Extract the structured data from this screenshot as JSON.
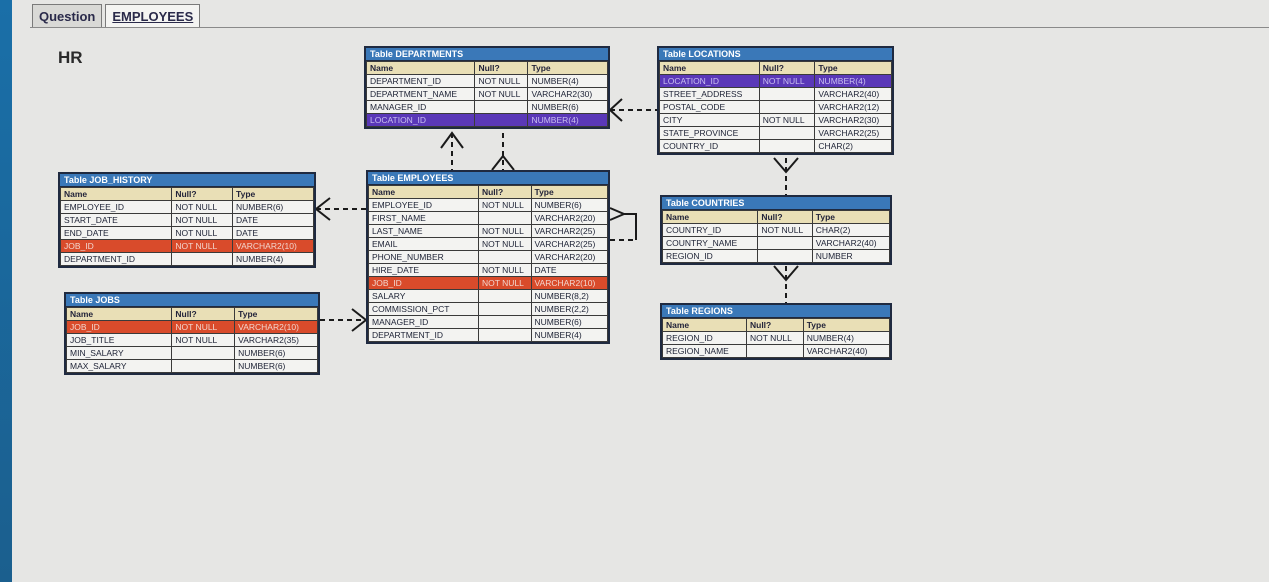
{
  "tabs": [
    {
      "label": "Question"
    },
    {
      "label": "EMPLOYEES"
    }
  ],
  "schema": {
    "title": "HR"
  },
  "headers": {
    "name": "Name",
    "null": "Null?",
    "type": "Type"
  },
  "tables": {
    "departments": {
      "caption": "Table DEPARTMENTS",
      "rows": [
        [
          "DEPARTMENT_ID",
          "NOT NULL",
          "NUMBER(4)"
        ],
        [
          "DEPARTMENT_NAME",
          "NOT NULL",
          "VARCHAR2(30)"
        ],
        [
          "MANAGER_ID",
          "",
          "NUMBER(6)"
        ],
        [
          "LOCATION_ID",
          "",
          "NUMBER(4)"
        ]
      ]
    },
    "locations": {
      "caption": "Table LOCATIONS",
      "rows": [
        [
          "LOCATION_ID",
          "NOT NULL",
          "NUMBER(4)"
        ],
        [
          "STREET_ADDRESS",
          "",
          "VARCHAR2(40)"
        ],
        [
          "POSTAL_CODE",
          "",
          "VARCHAR2(12)"
        ],
        [
          "CITY",
          "NOT NULL",
          "VARCHAR2(30)"
        ],
        [
          "STATE_PROVINCE",
          "",
          "VARCHAR2(25)"
        ],
        [
          "COUNTRY_ID",
          "",
          "CHAR(2)"
        ]
      ]
    },
    "job_history": {
      "caption": "Table JOB_HISTORY",
      "rows": [
        [
          "EMPLOYEE_ID",
          "NOT NULL",
          "NUMBER(6)"
        ],
        [
          "START_DATE",
          "NOT NULL",
          "DATE"
        ],
        [
          "END_DATE",
          "NOT NULL",
          "DATE"
        ],
        [
          "JOB_ID",
          "NOT NULL",
          "VARCHAR2(10)"
        ],
        [
          "DEPARTMENT_ID",
          "",
          "NUMBER(4)"
        ]
      ]
    },
    "employees": {
      "caption": "Table EMPLOYEES",
      "rows": [
        [
          "EMPLOYEE_ID",
          "NOT NULL",
          "NUMBER(6)"
        ],
        [
          "FIRST_NAME",
          "",
          "VARCHAR2(20)"
        ],
        [
          "LAST_NAME",
          "NOT NULL",
          "VARCHAR2(25)"
        ],
        [
          "EMAIL",
          "NOT NULL",
          "VARCHAR2(25)"
        ],
        [
          "PHONE_NUMBER",
          "",
          "VARCHAR2(20)"
        ],
        [
          "HIRE_DATE",
          "NOT NULL",
          "DATE"
        ],
        [
          "JOB_ID",
          "NOT NULL",
          "VARCHAR2(10)"
        ],
        [
          "SALARY",
          "",
          "NUMBER(8,2)"
        ],
        [
          "COMMISSION_PCT",
          "",
          "NUMBER(2,2)"
        ],
        [
          "MANAGER_ID",
          "",
          "NUMBER(6)"
        ],
        [
          "DEPARTMENT_ID",
          "",
          "NUMBER(4)"
        ]
      ]
    },
    "countries": {
      "caption": "Table COUNTRIES",
      "rows": [
        [
          "COUNTRY_ID",
          "NOT NULL",
          "CHAR(2)"
        ],
        [
          "COUNTRY_NAME",
          "",
          "VARCHAR2(40)"
        ],
        [
          "REGION_ID",
          "",
          "NUMBER"
        ]
      ]
    },
    "jobs": {
      "caption": "Table JOBS",
      "rows": [
        [
          "JOB_ID",
          "NOT NULL",
          "VARCHAR2(10)"
        ],
        [
          "JOB_TITLE",
          "NOT NULL",
          "VARCHAR2(35)"
        ],
        [
          "MIN_SALARY",
          "",
          "NUMBER(6)"
        ],
        [
          "MAX_SALARY",
          "",
          "NUMBER(6)"
        ]
      ]
    },
    "regions": {
      "caption": "Table REGIONS",
      "rows": [
        [
          "REGION_ID",
          "NOT NULL",
          "NUMBER(4)"
        ],
        [
          "REGION_NAME",
          "",
          "VARCHAR2(40)"
        ]
      ]
    }
  },
  "colors": {
    "caption_blue": "#3a78b8",
    "header_tan": "#e9dfb6",
    "highlight_red": "#d94b2b",
    "highlight_purple": "#5a38b8"
  }
}
